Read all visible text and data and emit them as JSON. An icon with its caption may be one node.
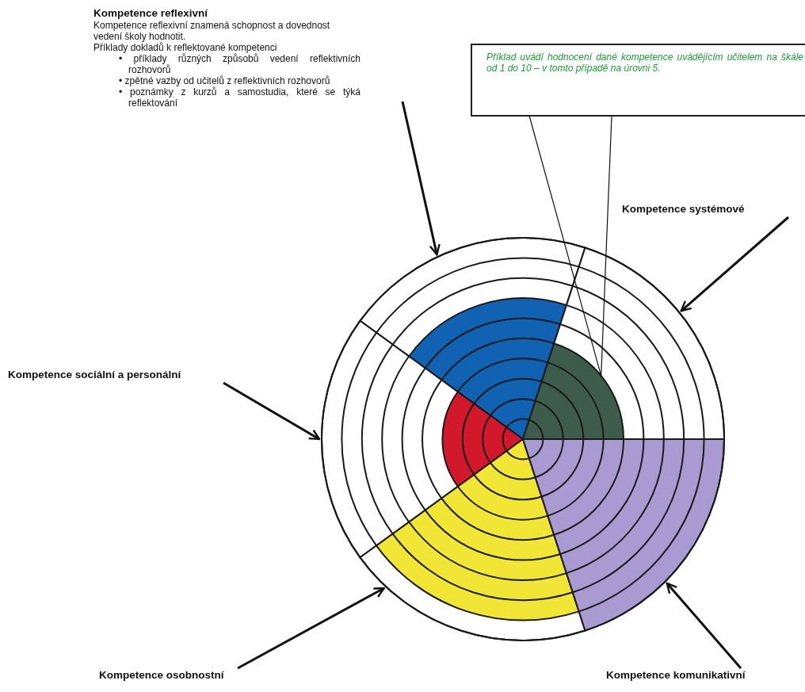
{
  "diagram": {
    "nodes": [
      {
        "text": [
          "Kompetence reflexivní",
          "Kompetence reflexivní znamená schopnost a dovednost vedení školy hodnotit.",
          "Příklady dokladů k reflektované kompetenci",
          "• příklady různých způsobů vedení reflektivních rozhovorů",
          "• zpětné vazby od učitelů z reflektivních rozhovorů",
          "• poznámky z kurzů a samostudia, které se týká reflektování"
        ]
      },
      {
        "text": [
          "Příklad uvádí hodnocení dané kompetence uvádějícím učitelem na škále od 1 do 10 – v tomto případě na úrovni 5."
        ]
      },
      {
        "text": [
          "Kompetence systémové"
        ]
      },
      {
        "text": [
          "Kompetence sociální a personální"
        ]
      },
      {
        "text": [
          "Kompetence osobnostní"
        ]
      },
      {
        "text": [
          "Kompetence komunikativní"
        ]
      },
      {
        "text": [],
        "shape": "sector"
      },
      {
        "text": [],
        "shape": "sector"
      },
      {
        "text": [],
        "shape": "sector"
      },
      {
        "text": [],
        "shape": "sector"
      },
      {
        "text": [],
        "shape": "sector"
      }
    ],
    "edges": [
      {
        "from": 0,
        "to": 6,
        "arrow": "to"
      },
      {
        "from": 1,
        "to": 7,
        "arrow": "none"
      },
      {
        "from": 1,
        "to": 7,
        "arrow": "none"
      },
      {
        "from": 2,
        "to": 7,
        "arrow": "to"
      },
      {
        "from": 3,
        "to": 8,
        "arrow": "to"
      },
      {
        "from": 4,
        "to": 9,
        "arrow": "to"
      },
      {
        "from": 5,
        "to": 10,
        "arrow": "to"
      }
    ]
  }
}
